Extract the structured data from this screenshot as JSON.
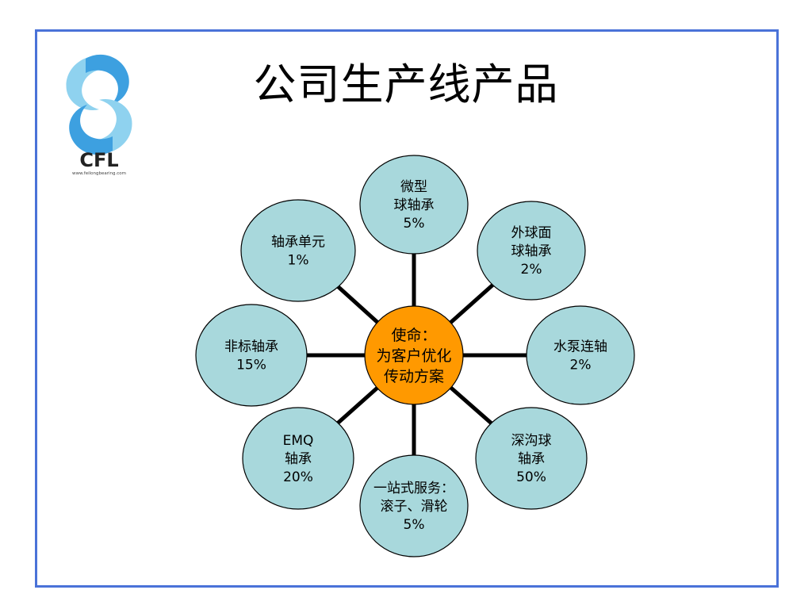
{
  "slide": {
    "title": "公司生产线产品"
  },
  "logo": {
    "brand": "CFL",
    "website": "www.feilongbearing.com",
    "colors": {
      "light": "#8fd2ef",
      "dark": "#3da0e0"
    }
  },
  "diagram": {
    "center": {
      "lines": [
        "使命：",
        "为客户优化",
        "传动方案"
      ]
    },
    "nodes": [
      {
        "id": "micro",
        "lines": [
          "微型",
          "球轴承",
          "5%"
        ]
      },
      {
        "id": "outer-sphere",
        "lines": [
          "外球面",
          "球轴承",
          "2%"
        ]
      },
      {
        "id": "water-pump",
        "lines": [
          "水泵连轴",
          "2%"
        ]
      },
      {
        "id": "deep-groove",
        "lines": [
          "深沟球",
          "轴承",
          "50%"
        ]
      },
      {
        "id": "one-stop",
        "lines": [
          "一站式服务：",
          "滚子、滑轮",
          "5%"
        ]
      },
      {
        "id": "emq",
        "lines": [
          "EMQ",
          "轴承",
          "20%"
        ]
      },
      {
        "id": "non-standard",
        "lines": [
          "非标轴承",
          "15%"
        ]
      },
      {
        "id": "bearing-unit",
        "lines": [
          "轴承单元",
          "1%"
        ]
      }
    ],
    "colors": {
      "node_fill": "#a8d8dc",
      "center_fill": "#ff9900",
      "stroke": "#000000",
      "spoke": "#000000"
    }
  }
}
